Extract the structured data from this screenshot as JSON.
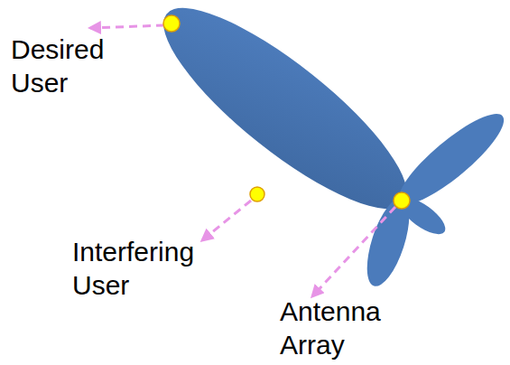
{
  "diagram": {
    "labels": [
      "Desired User",
      "Interfering User",
      "Antenna Array"
    ]
  }
}
